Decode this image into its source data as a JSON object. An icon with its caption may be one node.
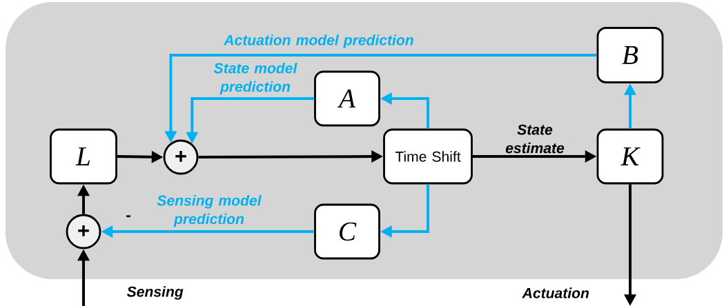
{
  "diagram": {
    "nodes": [
      {
        "text": [
          "L"
        ]
      },
      {
        "text": [
          "+"
        ]
      },
      {
        "text": [
          "A"
        ]
      },
      {
        "text": [
          "Time Shift"
        ]
      },
      {
        "text": [
          "B"
        ]
      },
      {
        "text": [
          "K"
        ]
      },
      {
        "text": [
          "C"
        ]
      },
      {
        "text": [
          "+"
        ]
      }
    ],
    "edges": [
      {
        "from": 0,
        "to": 1,
        "arrow": "to",
        "color": "#000000"
      },
      {
        "from": 1,
        "to": 3,
        "arrow": "to",
        "color": "#000000"
      },
      {
        "from": 3,
        "to": 2,
        "arrow": "to",
        "color": "#00b0f0"
      },
      {
        "from": 3,
        "to": 6,
        "arrow": "to",
        "color": "#00b0f0"
      },
      {
        "from": 2,
        "to": 1,
        "arrow": "to",
        "label": "State model prediction",
        "color": "#00b0f0"
      },
      {
        "from": 4,
        "to": 1,
        "arrow": "to",
        "label": "Actuation model prediction",
        "color": "#00b0f0"
      },
      {
        "from": 3,
        "to": 5,
        "arrow": "to",
        "label": "State estimate",
        "color": "#000000"
      },
      {
        "from": 5,
        "to": 4,
        "arrow": "to",
        "color": "#00b0f0"
      },
      {
        "from": 5,
        "to": null,
        "arrow": "to",
        "label": "Actuation",
        "color": "#000000"
      },
      {
        "from": 6,
        "to": 7,
        "arrow": "to",
        "label": "Sensing model prediction",
        "color": "#00b0f0"
      },
      {
        "from": 7,
        "to": 0,
        "arrow": "to",
        "color": "#000000"
      },
      {
        "from": null,
        "to": 7,
        "arrow": "to",
        "label": "Sensing",
        "color": "#000000"
      }
    ],
    "labels": [
      "-"
    ]
  }
}
